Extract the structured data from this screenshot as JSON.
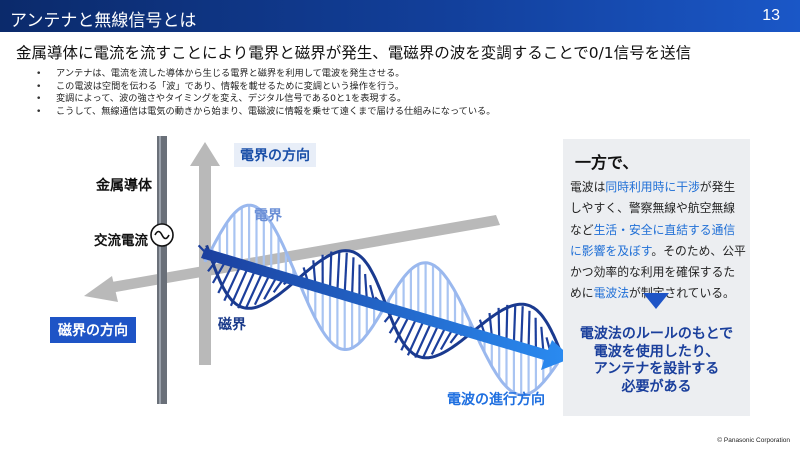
{
  "header": {
    "title": "アンテナと無線信号とは",
    "page_number": "13"
  },
  "subtitle": "金属導体に電流を流すことにより電界と磁界が発生、電磁界の波を変調することで0/1信号を送信",
  "bullets": [
    "アンテナは、電流を流した導体から生じる電界と磁界を利用して電波を発生させる。",
    "この電波は空間を伝わる「波」であり、情報を載せるために変調という操作を行う。",
    "変調によって、波の強さやタイミングを変え、デジタル信号である0と1を表現する。",
    "こうして、無線通信は電気の動きから始まり、電磁波に情報を乗せて遠くまで届ける仕組みになっている。"
  ],
  "diagram": {
    "metal_conductor": "金属導体",
    "ac_current": "交流電流",
    "efield_direction": "電界の方向",
    "efield": "電界",
    "mfield": "磁界",
    "mfield_direction": "磁界の方向",
    "travel_direction": "電波の進行方向"
  },
  "panel": {
    "heading": "一方で、",
    "body": [
      {
        "text": "電波は",
        "hl": false
      },
      {
        "text": "同時利用時に干渉",
        "hl": true
      },
      {
        "text": "が発生しやすく、警察無線や航空無線など",
        "hl": false
      },
      {
        "text": "生活・安全に直結する通信に影響を及ぼす",
        "hl": true
      },
      {
        "text": "。そのため、公平かつ効率的な利用を確保するために",
        "hl": false
      },
      {
        "text": "電波法",
        "hl": true
      },
      {
        "text": "が制定されている。",
        "hl": false
      }
    ],
    "conclusion": [
      "電波法のルールのもとで",
      "電波を使用したり、",
      "アンテナを設計する",
      "必要がある"
    ]
  },
  "colors": {
    "header": "#123f9a",
    "accent_blue": "#1e54c6",
    "highlight": "#1f6fd6",
    "panel_bg": "#eceef1"
  },
  "copyright": "© Panasonic Corporation"
}
